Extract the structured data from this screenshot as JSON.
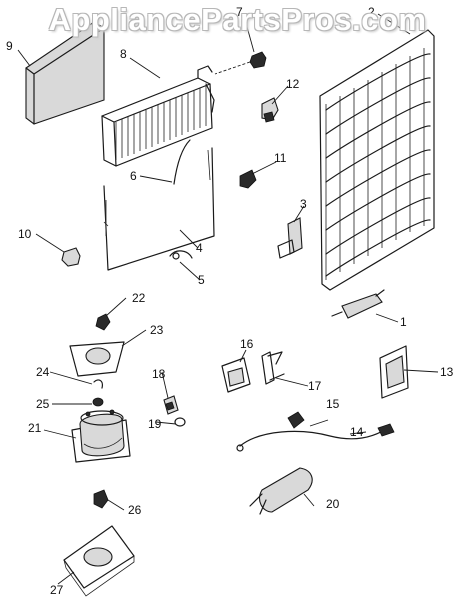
{
  "watermark": "AppliancePartsPros.com",
  "callouts": [
    {
      "id": "1",
      "text": "1"
    },
    {
      "id": "2",
      "text": "2"
    },
    {
      "id": "3",
      "text": "3"
    },
    {
      "id": "4",
      "text": "4"
    },
    {
      "id": "5",
      "text": "5"
    },
    {
      "id": "6",
      "text": "6"
    },
    {
      "id": "7",
      "text": "7"
    },
    {
      "id": "8",
      "text": "8"
    },
    {
      "id": "9",
      "text": "9"
    },
    {
      "id": "10",
      "text": "10"
    },
    {
      "id": "11",
      "text": "11"
    },
    {
      "id": "12",
      "text": "12"
    },
    {
      "id": "13",
      "text": "13"
    },
    {
      "id": "14",
      "text": "14"
    },
    {
      "id": "15",
      "text": "15"
    },
    {
      "id": "16",
      "text": "16"
    },
    {
      "id": "17",
      "text": "17"
    },
    {
      "id": "18",
      "text": "18"
    },
    {
      "id": "19",
      "text": "19"
    },
    {
      "id": "20",
      "text": "20"
    },
    {
      "id": "21",
      "text": "21"
    },
    {
      "id": "22",
      "text": "22"
    },
    {
      "id": "23",
      "text": "23"
    },
    {
      "id": "24",
      "text": "24"
    },
    {
      "id": "25",
      "text": "25"
    },
    {
      "id": "26",
      "text": "26"
    },
    {
      "id": "27",
      "text": "27"
    }
  ]
}
